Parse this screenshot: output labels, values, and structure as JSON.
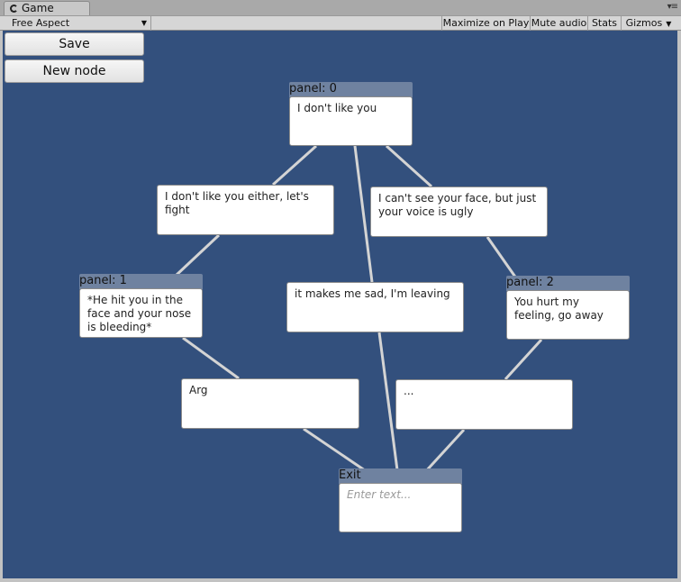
{
  "window": {
    "tab_title": "Game",
    "aspect": "Free Aspect",
    "toolbar": {
      "maximize": "Maximize on Play",
      "mute": "Mute audio",
      "stats": "Stats",
      "gizmos": "Gizmos"
    }
  },
  "buttons": {
    "save": "Save",
    "new_node": "New node"
  },
  "panels": {
    "p0": {
      "title": "panel: 0",
      "text": "I don't like you"
    },
    "p1": {
      "title": "panel: 1",
      "text": "*He hit you in the face and your nose is bleeding*"
    },
    "p2": {
      "title": "panel: 2",
      "text": "You hurt my feeling, go away"
    },
    "exit": {
      "title": "Exit",
      "placeholder": "Enter text..."
    }
  },
  "responses": {
    "fight": "I don't like you either, let's fight",
    "ugly": "I can't see your face, but just your voice is ugly",
    "sad": "it makes me sad, I'm leaving",
    "arg": "Arg",
    "dots": "..."
  },
  "colors": {
    "canvas": "#33507d",
    "node_header": "#6f82a0",
    "link": "#d4d4d4"
  }
}
